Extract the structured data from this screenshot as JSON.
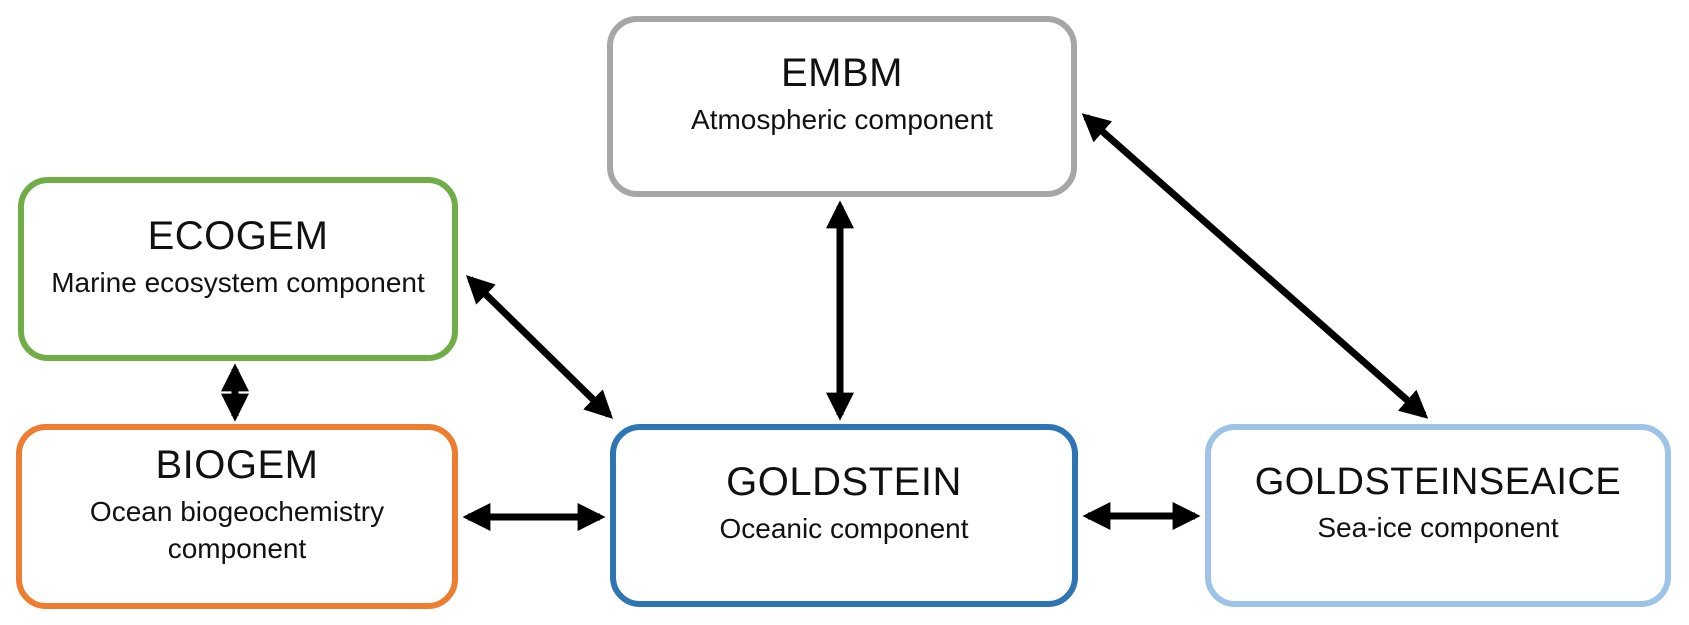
{
  "diagram": {
    "nodes": [
      {
        "id": "embm",
        "title": "EMBM",
        "subtitle": "Atmospheric component",
        "border_color": "#A6A6A6"
      },
      {
        "id": "ecogem",
        "title": "ECOGEM",
        "subtitle": "Marine ecosystem component",
        "border_color": "#70AD47"
      },
      {
        "id": "biogem",
        "title": "BIOGEM",
        "subtitle": "Ocean biogeochemistry\ncomponent",
        "border_color": "#ED7D31"
      },
      {
        "id": "goldstein",
        "title": "GOLDSTEIN",
        "subtitle": "Oceanic component",
        "border_color": "#2E75B6"
      },
      {
        "id": "goldsteinseaice",
        "title": "GOLDSTEINSEAICE",
        "subtitle": "Sea-ice component",
        "border_color": "#9DC3E6"
      }
    ],
    "edges": [
      {
        "from": "ECOGEM",
        "to": "BIOGEM",
        "type": "bidirectional"
      },
      {
        "from": "ECOGEM",
        "to": "GOLDSTEIN",
        "type": "bidirectional"
      },
      {
        "from": "EMBM",
        "to": "GOLDSTEIN",
        "type": "bidirectional"
      },
      {
        "from": "EMBM",
        "to": "GOLDSTEINSEAICE",
        "type": "bidirectional"
      },
      {
        "from": "BIOGEM",
        "to": "GOLDSTEIN",
        "type": "bidirectional"
      },
      {
        "from": "GOLDSTEIN",
        "to": "GOLDSTEINSEAICE",
        "type": "bidirectional"
      }
    ],
    "arrow_color": "#000000",
    "background_color": "#FFFFFF"
  }
}
